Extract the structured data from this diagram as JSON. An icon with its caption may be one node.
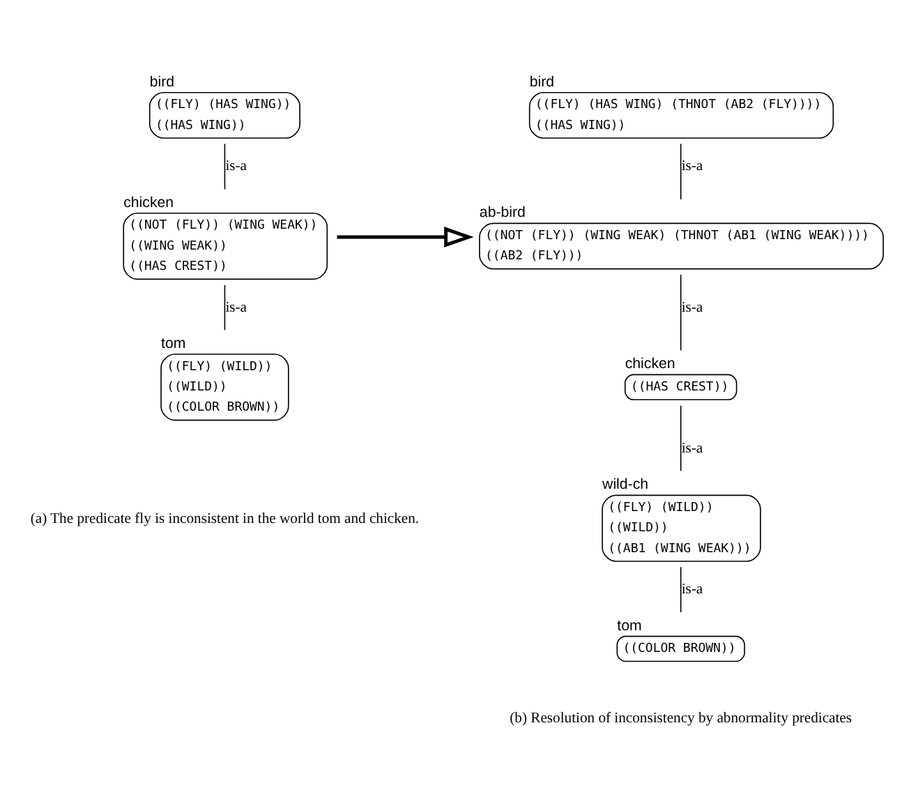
{
  "diagram": {
    "nodes": [
      {
        "text": [
          "bird",
          "((FLY) (HAS WING))",
          "((HAS WING))"
        ]
      },
      {
        "text": [
          "chicken",
          "((NOT (FLY)) (WING WEAK))",
          "((WING WEAK))",
          "((HAS CREST))"
        ]
      },
      {
        "text": [
          "tom",
          "((FLY) (WILD))",
          "((WILD))",
          "((COLOR BROWN))"
        ]
      },
      {
        "text": [
          "bird",
          "((FLY) (HAS WING) (THNOT (AB2 (FLY))))",
          "((HAS WING))"
        ]
      },
      {
        "text": [
          "ab-bird",
          "((NOT (FLY)) (WING WEAK) (THNOT (AB1 (WING WEAK))))",
          "((AB2 (FLY)))"
        ]
      },
      {
        "text": [
          "chicken",
          "((HAS CREST))"
        ]
      },
      {
        "text": [
          "wild-ch",
          "((FLY) (WILD))",
          "((WILD))",
          "((AB1 (WING WEAK)))"
        ]
      },
      {
        "text": [
          "tom",
          "((COLOR BROWN))"
        ]
      }
    ],
    "edges": [
      {
        "from": 0,
        "to": 1,
        "arrow": "none",
        "label": "is-a"
      },
      {
        "from": 1,
        "to": 2,
        "arrow": "none",
        "label": "is-a"
      },
      {
        "from": 1,
        "to": 4,
        "arrow": "to",
        "style": "thick"
      },
      {
        "from": 3,
        "to": 4,
        "arrow": "none",
        "label": "is-a"
      },
      {
        "from": 4,
        "to": 5,
        "arrow": "none",
        "label": "is-a"
      },
      {
        "from": 5,
        "to": 6,
        "arrow": "none",
        "label": "is-a"
      },
      {
        "from": 6,
        "to": 7,
        "arrow": "none",
        "label": "is-a"
      }
    ],
    "labels": [
      "(a) The predicate fly is inconsistent in the world tom and chicken.",
      "(b) Resolution of inconsistency by abnormality predicates"
    ]
  }
}
